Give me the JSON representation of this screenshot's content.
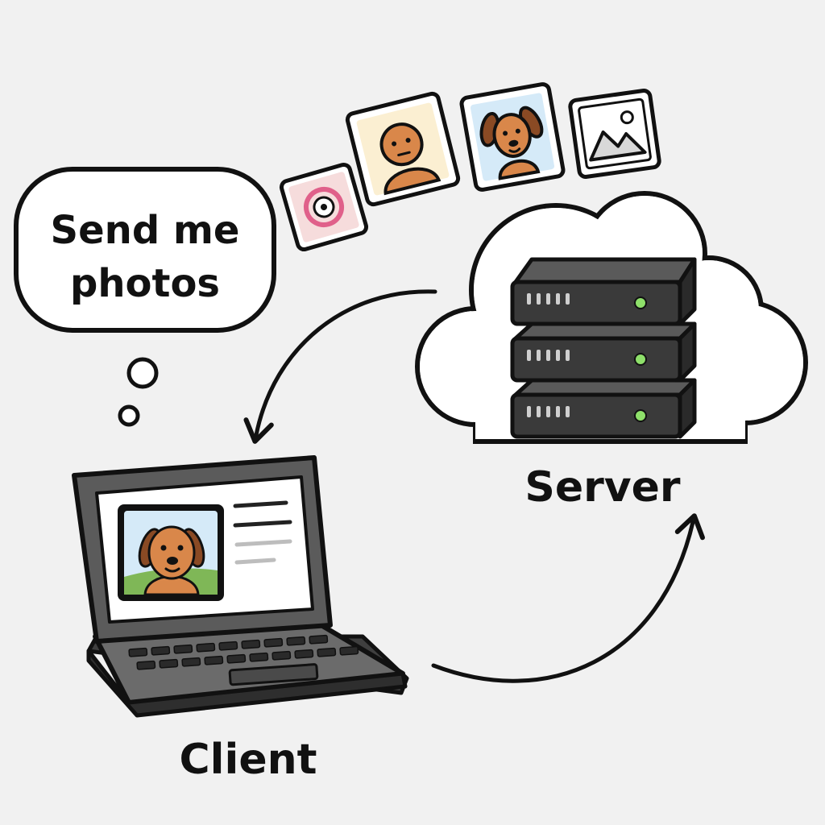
{
  "speech_bubble": {
    "line1": "Send me",
    "line2": "photos"
  },
  "server": {
    "label": "Server",
    "icon": "server-rack-icon",
    "unit_count": 3,
    "led_color": "#8ee06a"
  },
  "client": {
    "label": "Client",
    "icon": "laptop-icon"
  },
  "photos": [
    {
      "icon": "camera-lens-icon",
      "background": "#f6dcdc"
    },
    {
      "icon": "person-face-icon",
      "background": "#fbefd2"
    },
    {
      "icon": "dog-face-icon",
      "background": "#d5eaf8"
    },
    {
      "icon": "landscape-image-icon",
      "background": "#ffffff"
    }
  ],
  "flow": {
    "request": "client-to-server",
    "response": "server-to-client"
  },
  "colors": {
    "background": "#f1f1f1",
    "outline": "#111111",
    "dark_metal": "#3a3a3a",
    "laptop_body": "#6b6b6b",
    "dog_fur": "#d9874a",
    "grass": "#7fb757"
  }
}
